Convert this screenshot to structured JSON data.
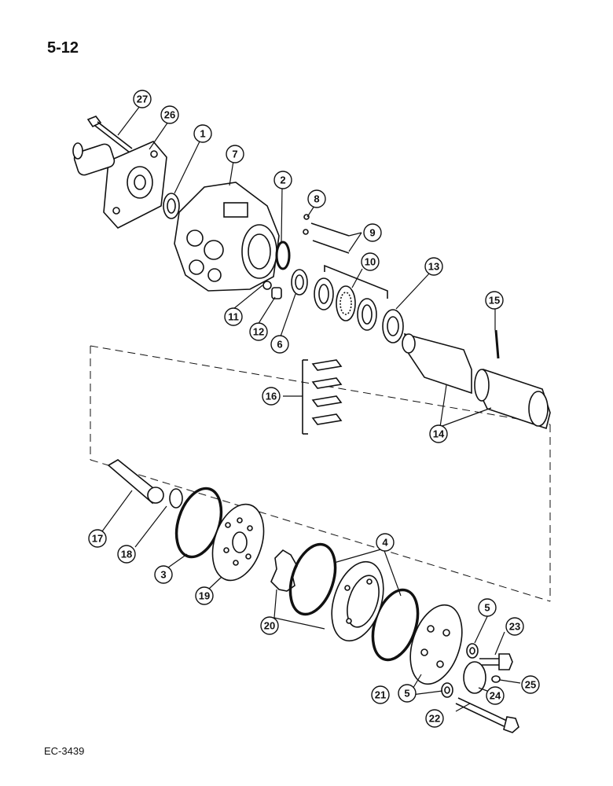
{
  "page_number": "5-12",
  "figure_code": "EC-3439",
  "callouts": [
    "1",
    "2",
    "3",
    "4",
    "5",
    "6",
    "7",
    "8",
    "9",
    "10",
    "11",
    "12",
    "13",
    "14",
    "15",
    "16",
    "17",
    "18",
    "19",
    "20",
    "21",
    "22",
    "23",
    "24",
    "25",
    "26",
    "27"
  ]
}
